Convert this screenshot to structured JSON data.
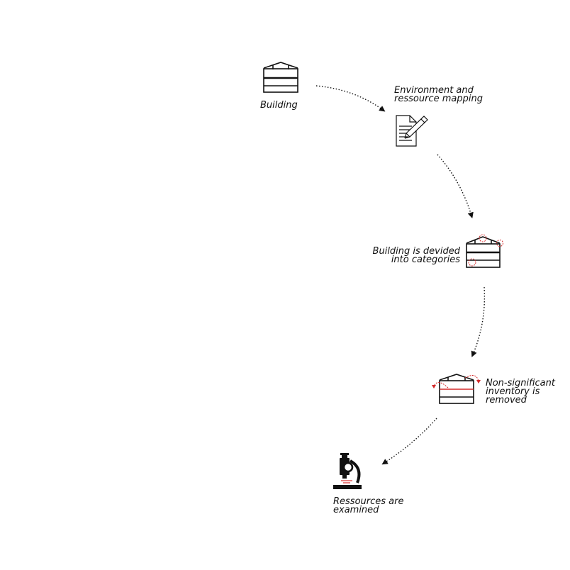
{
  "colors": {
    "ink": "#111111",
    "accent": "#d42a2a"
  },
  "steps": [
    {
      "icon": "building-icon",
      "label_lines": [
        "Building"
      ]
    },
    {
      "icon": "document-pen-icon",
      "label_lines": [
        "Environment and",
        "ressource mapping"
      ]
    },
    {
      "icon": "building-categories-icon",
      "label_lines": [
        "Building is devided",
        "into categories"
      ]
    },
    {
      "icon": "building-removal-icon",
      "label_lines": [
        "Non-significant",
        "inventory is",
        "removed"
      ]
    },
    {
      "icon": "microscope-icon",
      "label_lines": [
        "Ressources are",
        "examined"
      ]
    }
  ]
}
